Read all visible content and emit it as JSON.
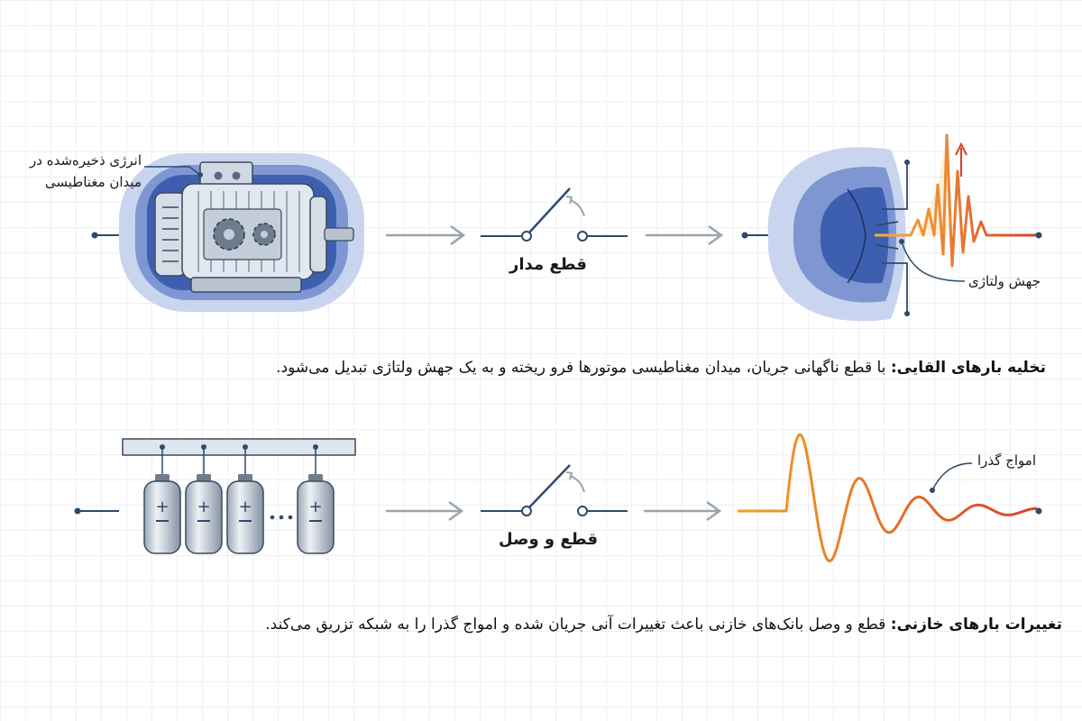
{
  "row1": {
    "motor_label": "انرژی ذخیره‌شده در میدان مغناطیسی",
    "switch_label": "قطع مدار",
    "spike_label": "جهش ولتاژی",
    "caption_bold": "تخلیه بارهای القایی:",
    "caption_text": " با قطع ناگهانی جریان، میدان مغناطیسی موتورها فرو ریخته و به یک جهش ولتاژی تبدیل می‌شود."
  },
  "row2": {
    "switch_label": "قطع و وصل",
    "waves_label": "امواج گذرا",
    "caption_bold": "تغییرات بارهای خازنی:",
    "caption_text": " قطع و وصل بانک‌های خازنی باعث تغییرات آنی جریان شده و امواج گذرا را به شبکه تزریق می‌کند."
  },
  "colors": {
    "wire": "#2c4a6e",
    "arrow": "#9aa4ad",
    "field_light": "#c9d5ee",
    "field_mid": "#7e97d3",
    "field_dark": "#3e5fb0",
    "spike_orange": "#f08a1c",
    "spike_red": "#d9422a"
  },
  "icons": [
    "motor-icon",
    "gear-icon",
    "switch-icon",
    "capacitor-icon",
    "arrow-right-icon"
  ]
}
